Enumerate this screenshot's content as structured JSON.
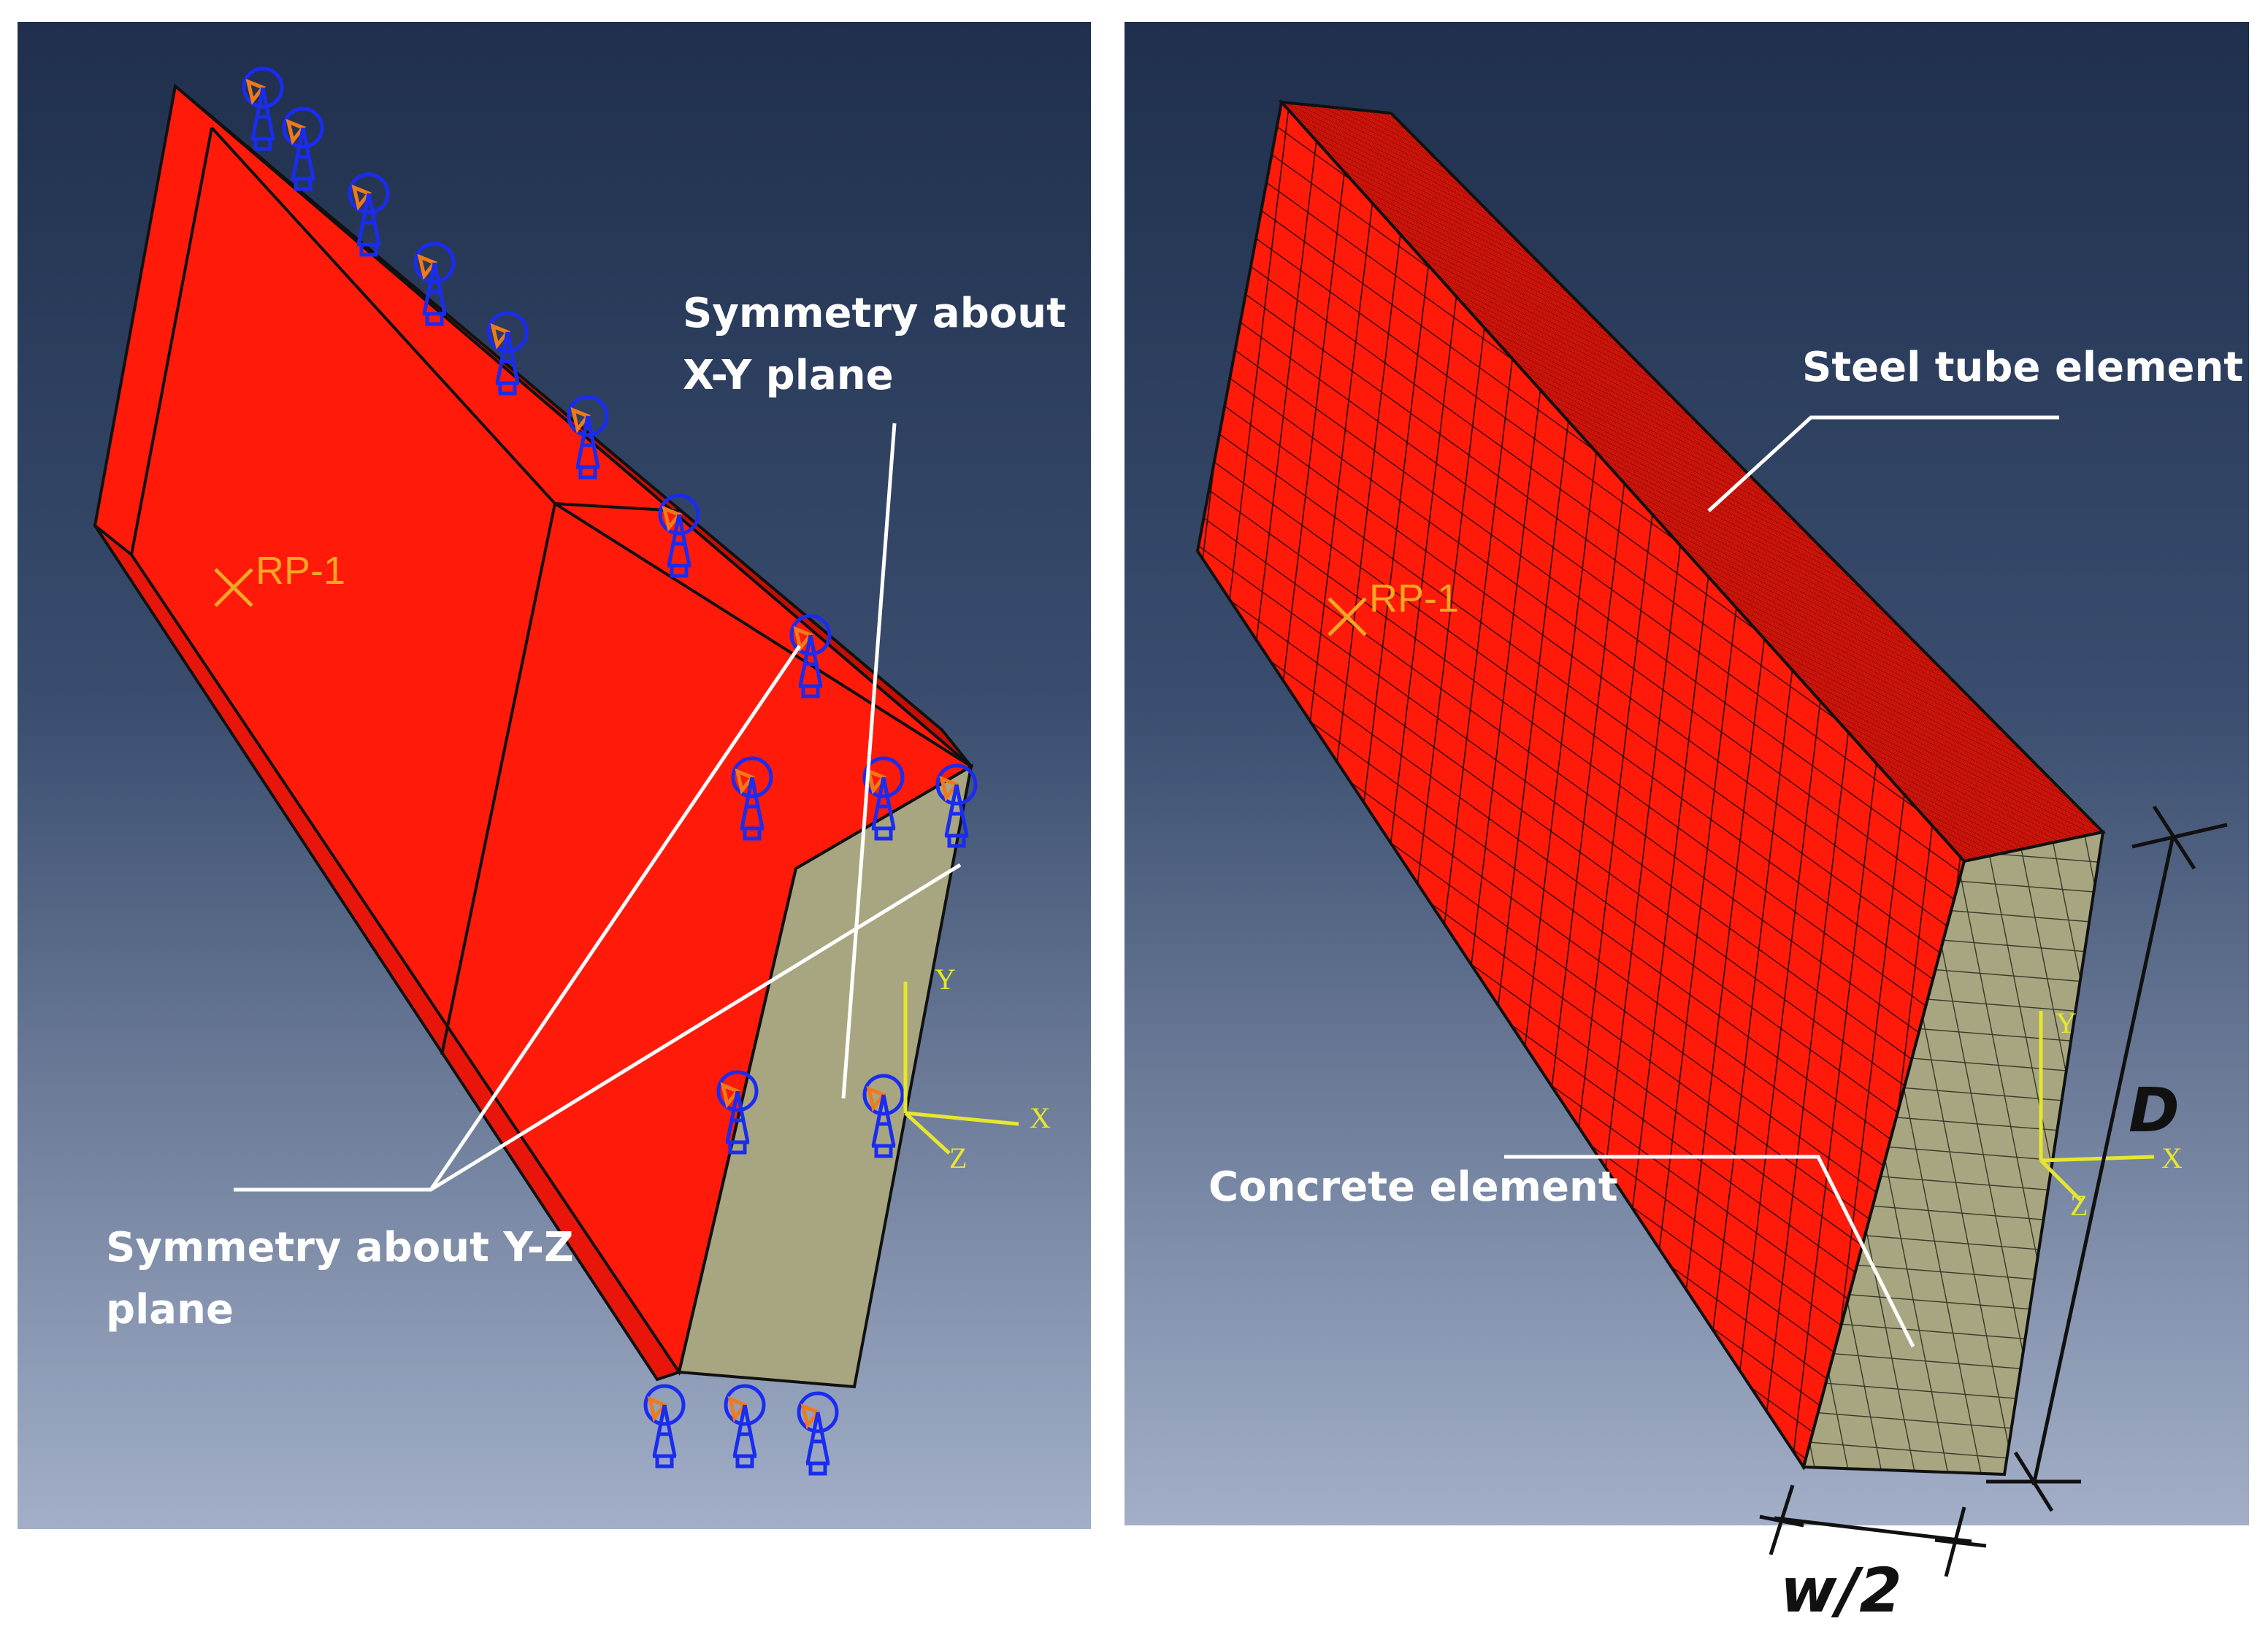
{
  "left_panel": {
    "reference_point": "RP-1",
    "annotation_xy": [
      "Symmetry about",
      "X-Y plane"
    ],
    "annotation_yz": [
      "Symmetry about Y-Z",
      "plane"
    ],
    "axes": {
      "x": "X",
      "y": "Y",
      "z": "Z"
    }
  },
  "right_panel": {
    "reference_point": "RP-1",
    "annotation_steel": "Steel tube element",
    "annotation_concrete": "Concrete element",
    "axes": {
      "x": "X",
      "y": "Y",
      "z": "Z"
    },
    "dimension_depth": "D",
    "dimension_width": "w/2"
  },
  "colors": {
    "background_top": "#1f2f4d",
    "background_bottom": "#9aa7c2",
    "steel": "#ff1a0a",
    "steel_dark": "#c40f05",
    "concrete": "#a8a680",
    "bc_symbol": "#1a2cf0",
    "bc_accent": "#f07a1a",
    "rp_marker": "#f5a623",
    "axis": "#e6e62e",
    "callout": "#ffffff"
  }
}
